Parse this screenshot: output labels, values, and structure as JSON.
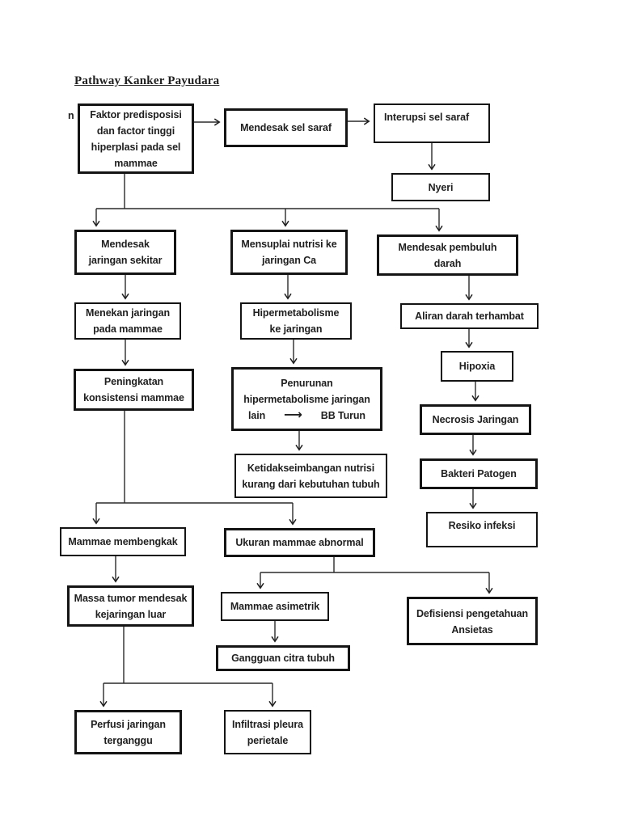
{
  "page": {
    "title": "Pathway Kanker Payudara",
    "stray_text": "n"
  },
  "colors": {
    "ink": "#1f1f1f",
    "background": "#ffffff"
  },
  "icons": {
    "right_arrow": "⟶"
  },
  "nodes": {
    "faktor": {
      "label": "Faktor predisposisi\ndan factor tinggi\nhiperplasi pada sel\nmammae"
    },
    "mendesak_sel_saraf": {
      "label": "Mendesak sel saraf"
    },
    "interupsi": {
      "label": "Interupsi sel saraf"
    },
    "nyeri": {
      "label": "Nyeri"
    },
    "mendesak_jaringan": {
      "label": "Mendesak\njaringan sekitar"
    },
    "mensuplai": {
      "label": "Mensuplai nutrisi ke\njaringan Ca"
    },
    "mendesak_pembuluh": {
      "label": "Mendesak pembuluh\ndarah"
    },
    "menekan": {
      "label": "Menekan jaringan\npada mammae"
    },
    "hipermetabolisme": {
      "label": "Hipermetabolisme\nke jaringan"
    },
    "aliran": {
      "label": "Aliran darah terhambat"
    },
    "peningkatan": {
      "label": "Peningkatan\nkonsistensi mammae"
    },
    "penurunan": {
      "line1": "Penurunan",
      "line2": "hipermetabolisme jaringan",
      "line3_left": "lain",
      "line3_right": "BB Turun"
    },
    "hipoxia": {
      "label": "Hipoxia"
    },
    "ketidakseimbangan": {
      "label": "Ketidakseimbangan nutrisi\nkurang dari kebutuhan tubuh"
    },
    "necrosis": {
      "label": "Necrosis Jaringan"
    },
    "bakteri": {
      "label": "Bakteri Patogen"
    },
    "resiko": {
      "label": "Resiko infeksi"
    },
    "mammae_membengkak": {
      "label": "Mammae membengkak"
    },
    "ukuran": {
      "label": "Ukuran mammae abnormal"
    },
    "massa_tumor": {
      "label": "Massa tumor mendesak\nkejaringan luar"
    },
    "mammae_asimetrik": {
      "label": "Mammae asimetrik"
    },
    "defisiensi": {
      "line1": "Defisiensi pengetahuan",
      "line2": "Ansietas"
    },
    "gangguan": {
      "label": "Gangguan citra tubuh"
    },
    "perfusi": {
      "label": "Perfusi jaringan\nterganggu"
    },
    "infiltrasi": {
      "label": "Infiltrasi pleura\nperietale"
    }
  }
}
